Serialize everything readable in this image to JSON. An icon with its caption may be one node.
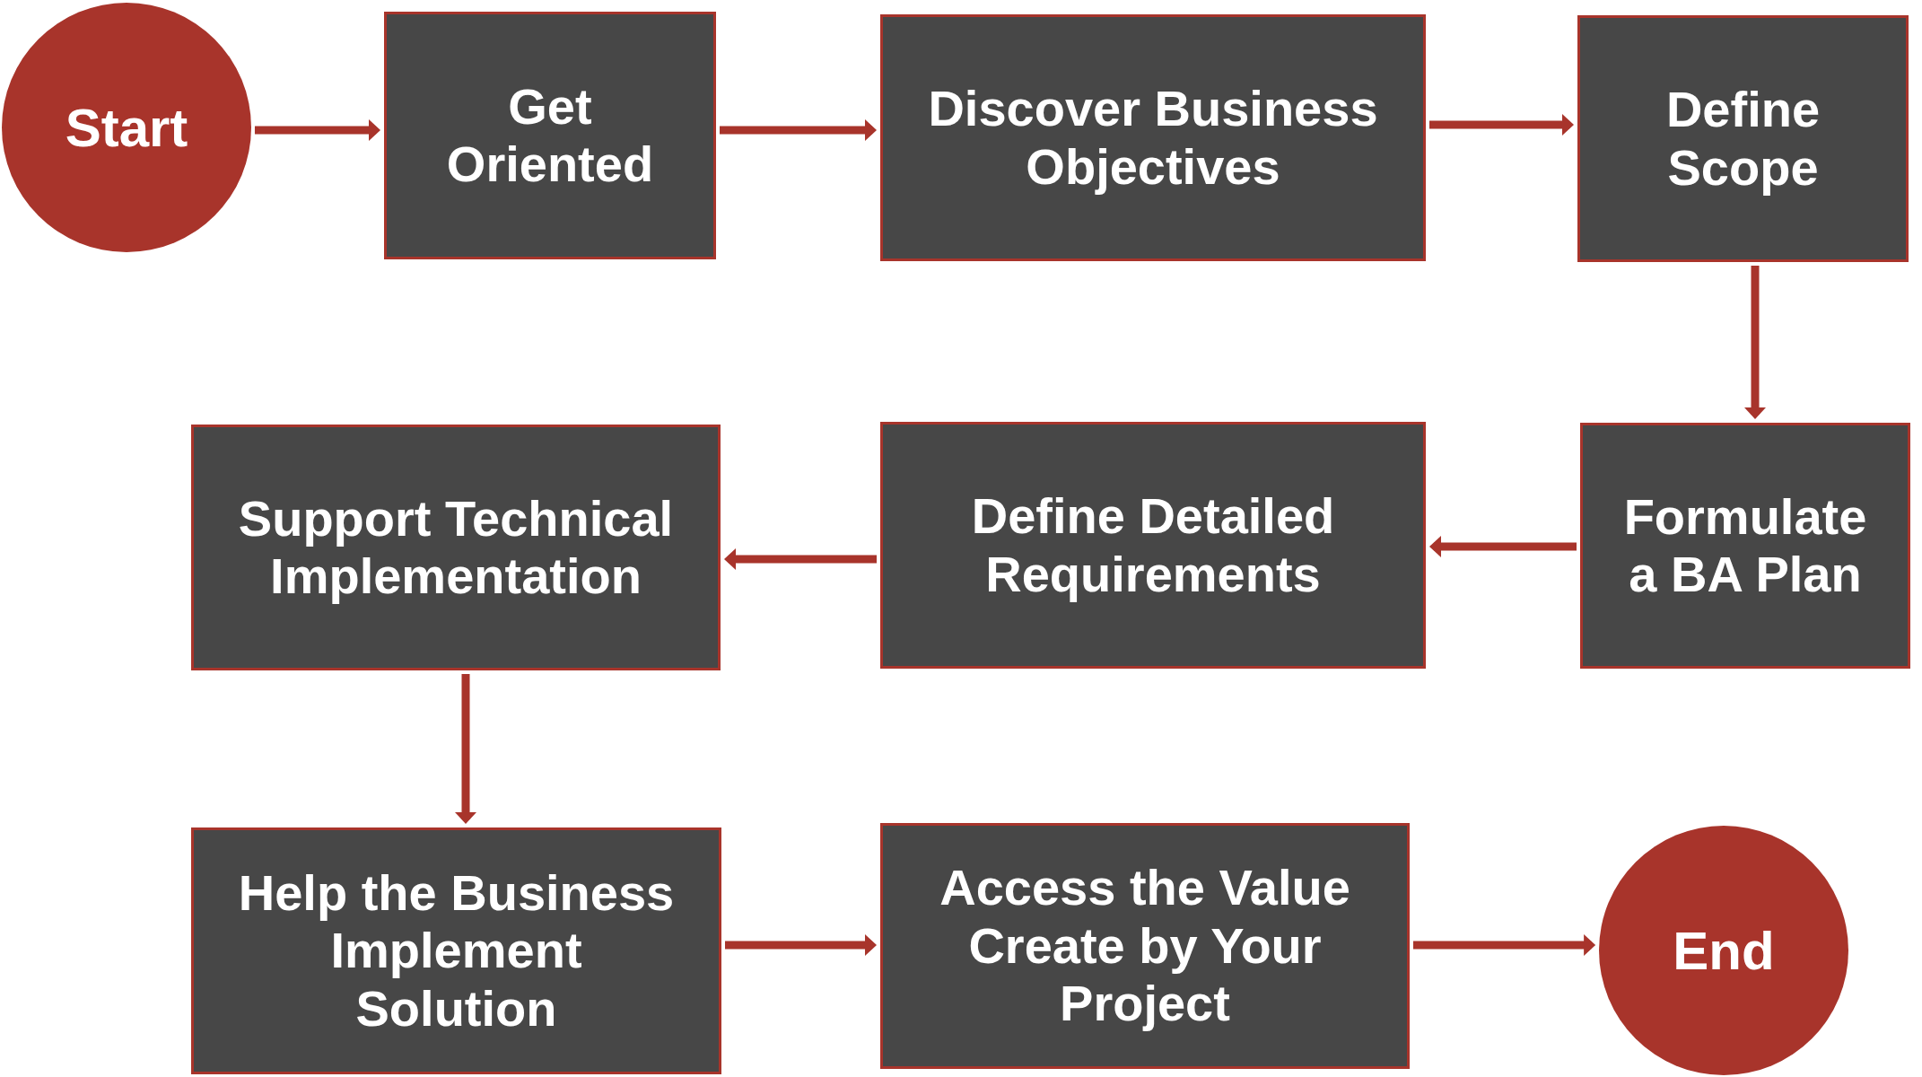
{
  "diagram": {
    "nodes": [
      {
        "text": [
          "Start"
        ]
      },
      {
        "text": [
          "Get Oriented"
        ]
      },
      {
        "text": [
          "Discover Business Objectives"
        ]
      },
      {
        "text": [
          "Define Scope"
        ]
      },
      {
        "text": [
          "Formulate a BA Plan"
        ]
      },
      {
        "text": [
          "Define Detailed Requirements"
        ]
      },
      {
        "text": [
          "Support Technical Implementation"
        ]
      },
      {
        "text": [
          "Help the Business Implement Solution"
        ]
      },
      {
        "text": [
          "Access the Value Create by Your Project"
        ]
      },
      {
        "text": [
          "End"
        ]
      }
    ],
    "edges": [
      {
        "from": 0,
        "to": 1,
        "arrow": "to"
      },
      {
        "from": 1,
        "to": 2,
        "arrow": "to"
      },
      {
        "from": 2,
        "to": 3,
        "arrow": "to"
      },
      {
        "from": 3,
        "to": 4,
        "arrow": "to"
      },
      {
        "from": 4,
        "to": 5,
        "arrow": "to"
      },
      {
        "from": 5,
        "to": 6,
        "arrow": "to"
      },
      {
        "from": 6,
        "to": 7,
        "arrow": "to"
      },
      {
        "from": 7,
        "to": 8,
        "arrow": "to"
      },
      {
        "from": 8,
        "to": 9,
        "arrow": "to"
      }
    ]
  }
}
